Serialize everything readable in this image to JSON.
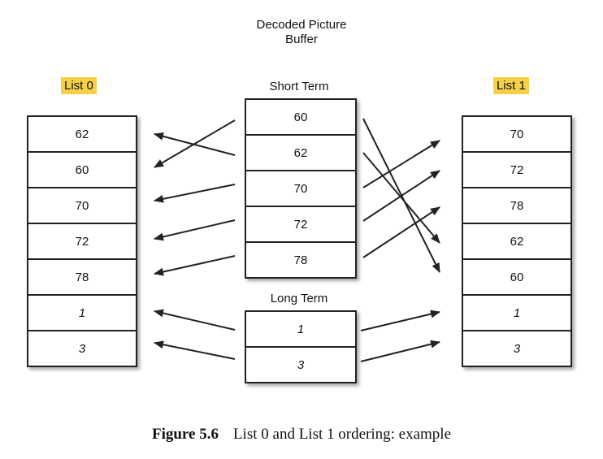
{
  "title": [
    "Decoded Picture",
    "Buffer"
  ],
  "list0": {
    "label": "List 0",
    "items": [
      {
        "text": "62",
        "italic": false
      },
      {
        "text": "60",
        "italic": false
      },
      {
        "text": "70",
        "italic": false
      },
      {
        "text": "72",
        "italic": false
      },
      {
        "text": "78",
        "italic": false
      },
      {
        "text": "1",
        "italic": true
      },
      {
        "text": "3",
        "italic": true
      }
    ]
  },
  "list1": {
    "label": "List 1",
    "items": [
      {
        "text": "70",
        "italic": false
      },
      {
        "text": "72",
        "italic": false
      },
      {
        "text": "78",
        "italic": false
      },
      {
        "text": "62",
        "italic": false
      },
      {
        "text": "60",
        "italic": false
      },
      {
        "text": "1",
        "italic": true
      },
      {
        "text": "3",
        "italic": true
      }
    ]
  },
  "short_term": {
    "label": "Short Term",
    "items": [
      {
        "text": "60",
        "italic": false
      },
      {
        "text": "62",
        "italic": false
      },
      {
        "text": "70",
        "italic": false
      },
      {
        "text": "72",
        "italic": false
      },
      {
        "text": "78",
        "italic": false
      }
    ]
  },
  "long_term": {
    "label": "Long Term",
    "items": [
      {
        "text": "1",
        "italic": true
      },
      {
        "text": "3",
        "italic": true
      }
    ]
  },
  "caption": {
    "figure": "Figure 5.6",
    "text": "List 0 and List 1 ordering: example"
  },
  "colors": {
    "highlight": "#f7d04a",
    "stroke": "#222222"
  }
}
